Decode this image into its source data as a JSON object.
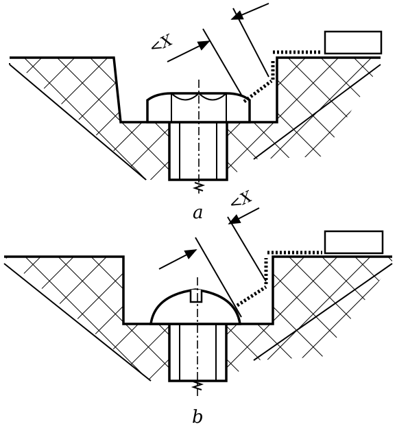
{
  "figure": {
    "labels": {
      "angle_top": "<X",
      "angle_bottom": "<X",
      "sub_a": "a",
      "sub_b": "b"
    },
    "colors": {
      "line": "#000000",
      "background": "#ffffff"
    }
  }
}
